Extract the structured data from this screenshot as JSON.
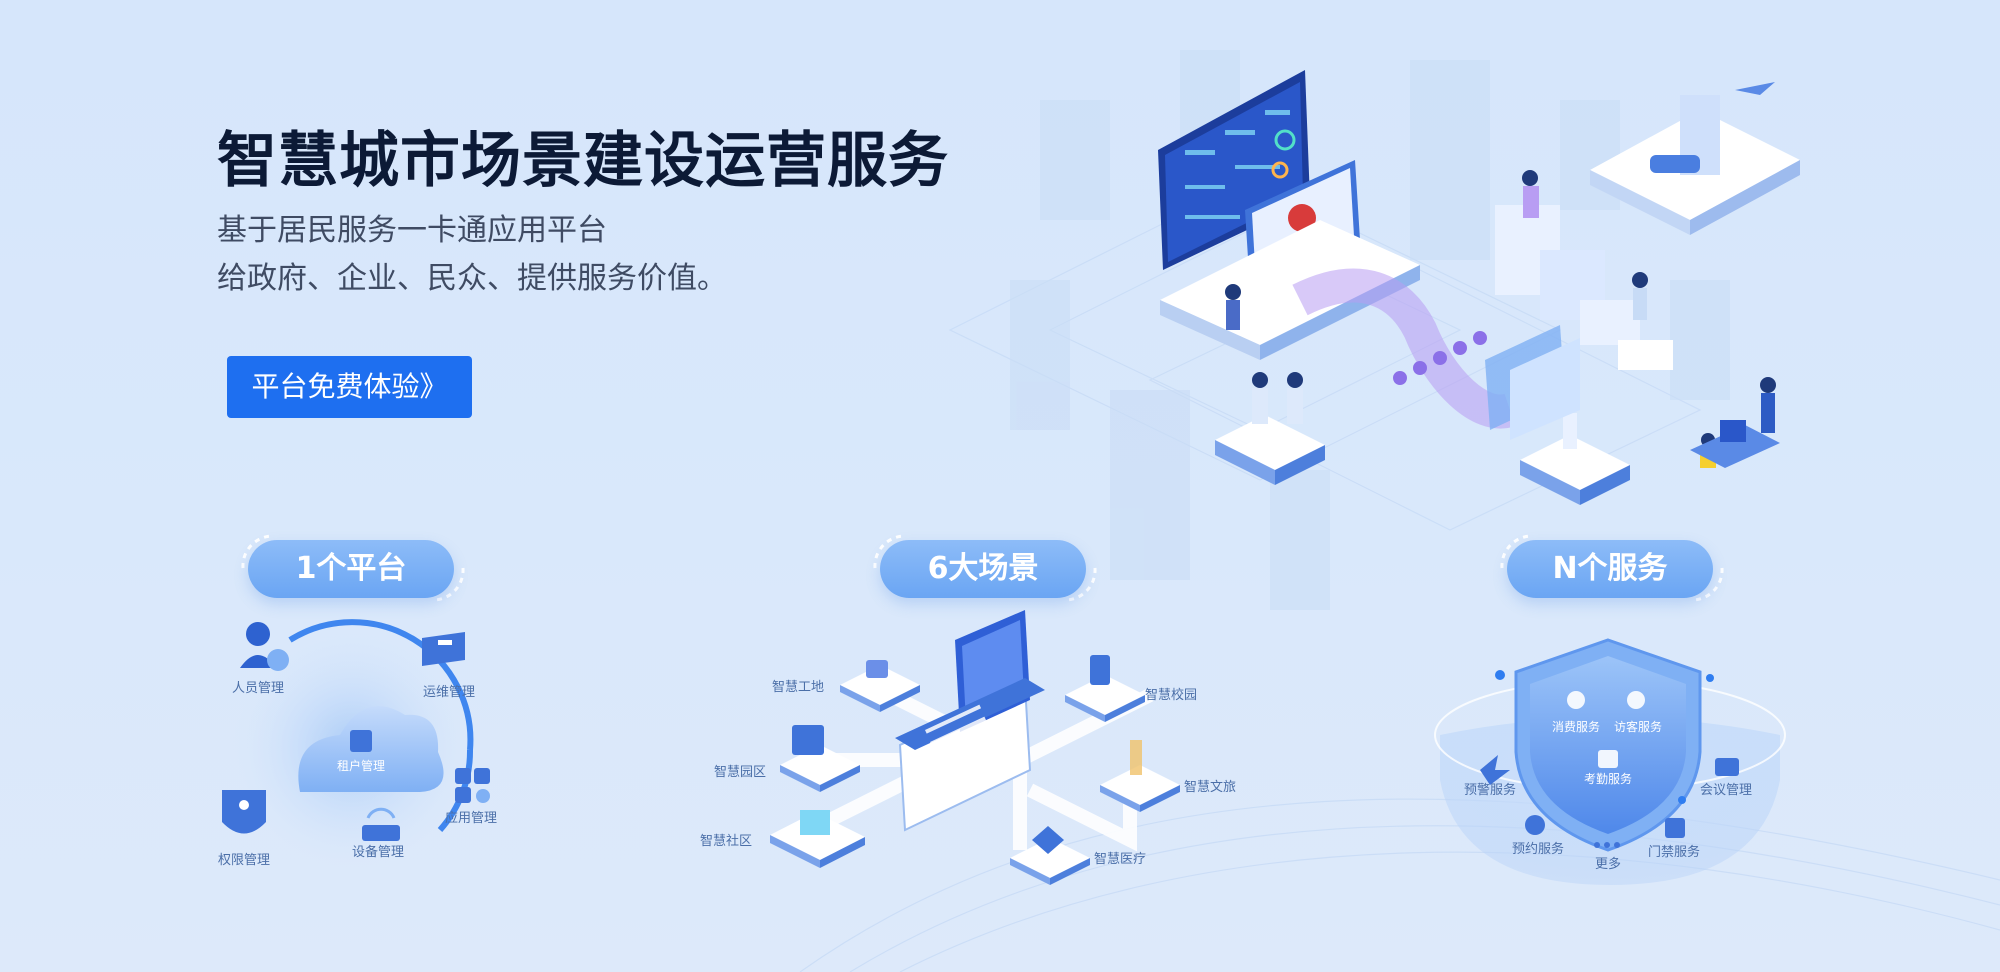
{
  "hero": {
    "title": "智慧城市场景建设运营服务",
    "subtitle_line1": "基于居民服务一卡通应用平台",
    "subtitle_line2": "给政府、企业、民众、提供服务价值。",
    "cta_label": "平台免费体验》"
  },
  "sections": {
    "platform": {
      "title": "1个平台",
      "items": [
        "人员管理",
        "运维管理",
        "租户管理",
        "应用管理",
        "设备管理",
        "权限管理"
      ]
    },
    "scenes": {
      "title": "6大场景",
      "items": [
        "智慧工地",
        "智慧校园",
        "智慧园区",
        "智慧文旅",
        "智慧社区",
        "智慧医疗"
      ]
    },
    "services": {
      "title": "N个服务",
      "items": [
        "消费服务",
        "访客服务",
        "考勤服务",
        "预警服务",
        "会议管理",
        "预约服务",
        "更多",
        "门禁服务"
      ]
    }
  },
  "colors": {
    "accent": "#1e6ff0",
    "pill": "#7ab0f5",
    "title": "#0c1a36",
    "label": "#4b6fa8"
  },
  "icons": [
    "cloud-icon",
    "shield-icon",
    "laptop-icon",
    "person-icon",
    "wrench-icon",
    "key-icon"
  ]
}
